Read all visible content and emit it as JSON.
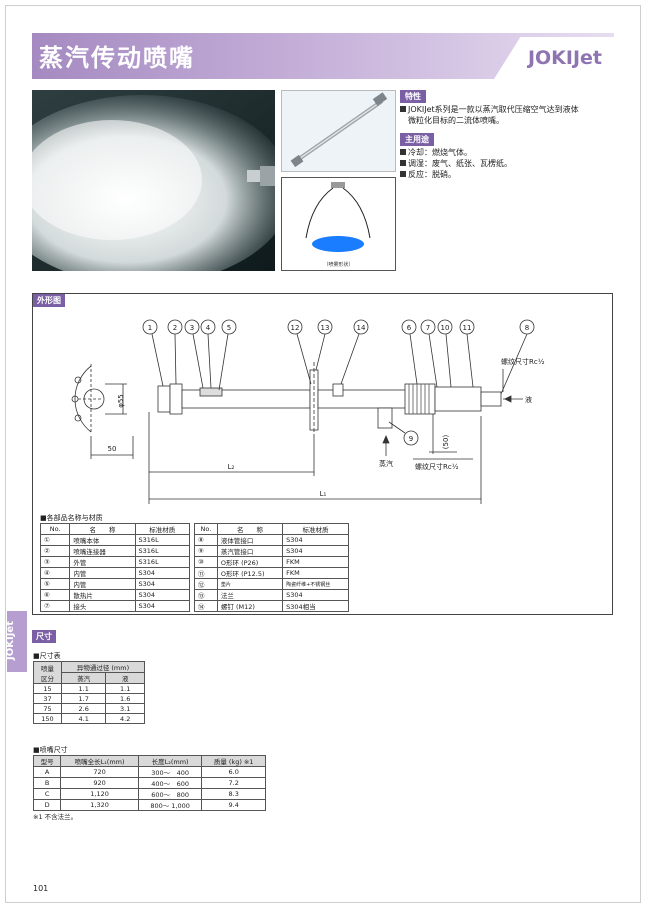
{
  "header": {
    "title": "蒸汽传动喷嘴",
    "brand": "JOKIJet"
  },
  "pattern_caption": "（喷雾形状）",
  "features": {
    "tag": "特性",
    "lines": [
      "JOKIJet系列是一款以蒸汽取代压缩空气达到液体",
      "微粒化目标的二流体喷嘴。"
    ]
  },
  "uses": {
    "tag": "主用途",
    "lines": [
      "冷却：燃烧气体。",
      "调湿：废气、纸张、瓦楞纸。",
      "反应：脱硝。"
    ]
  },
  "outline": {
    "tag": "外形图",
    "callouts": [
      "1",
      "2",
      "3",
      "4",
      "5",
      "12",
      "13",
      "14",
      "6",
      "7",
      "10",
      "11",
      "8",
      "9"
    ],
    "thread_top": "螺纹尺寸Rc½",
    "thread_bottom": "螺纹尺寸Rc½",
    "liquid": "液",
    "steam": "蒸汽",
    "dim_phi": "φ55",
    "dim_50": "50",
    "dim_50b": "(50)",
    "dim_L2": "L₂",
    "dim_L1": "L₁"
  },
  "parts": {
    "label": "■各部品名称与材质",
    "headers": [
      "No.",
      "名　　称",
      "标准材质"
    ],
    "left": [
      [
        "①",
        "喷嘴本体",
        "S316L"
      ],
      [
        "②",
        "喷嘴连接器",
        "S316L"
      ],
      [
        "③",
        "外管",
        "S316L"
      ],
      [
        "④",
        "内管",
        "S304"
      ],
      [
        "⑤",
        "内管",
        "S304"
      ],
      [
        "⑥",
        "散热片",
        "S304"
      ],
      [
        "⑦",
        "接头",
        "S304"
      ]
    ],
    "right": [
      [
        "⑧",
        "液体管接口",
        "S304"
      ],
      [
        "⑨",
        "蒸汽管接口",
        "S304"
      ],
      [
        "⑩",
        "O形环 (P26)",
        "FKM"
      ],
      [
        "⑪",
        "O形环 (P12.5)",
        "FKM"
      ],
      [
        "⑫",
        "垫片",
        "陶瓷纤维+不锈钢丝"
      ],
      [
        "⑬",
        "法兰",
        "S304"
      ],
      [
        "⑭",
        "螺钉 (M12)",
        "S304相当"
      ]
    ]
  },
  "dimensions": {
    "side_tab": "JOKIJet",
    "tag": "尺寸",
    "table1_label": "■尺寸表",
    "table1": {
      "h1": "喷量",
      "h1b": "区分",
      "h2": "异物通过径 (mm)",
      "h_steam": "蒸汽",
      "h_liquid": "液",
      "rows": [
        [
          "15",
          "1.1",
          "1.1"
        ],
        [
          "37",
          "1.7",
          "1.6"
        ],
        [
          "75",
          "2.6",
          "3.1"
        ],
        [
          "150",
          "4.1",
          "4.2"
        ]
      ]
    },
    "table2_label": "■喷嘴尺寸",
    "table2": {
      "headers": [
        "型号",
        "喷嘴全长L₁(mm)",
        "长度L₂(mm)",
        "质量 (kg) ※1"
      ],
      "rows": [
        [
          "A",
          "720",
          "300～　400",
          "6.0"
        ],
        [
          "B",
          "920",
          "400～　600",
          "7.2"
        ],
        [
          "C",
          "1,120",
          "600～　800",
          "8.3"
        ],
        [
          "D",
          "1,320",
          "800～ 1,000",
          "9.4"
        ]
      ]
    },
    "footnote": "※1 不含法兰。"
  },
  "page_number": "101",
  "colors": {
    "accent": "#7b5fa5",
    "header_light": "#e7ddf0",
    "water": "#1a7cff"
  }
}
